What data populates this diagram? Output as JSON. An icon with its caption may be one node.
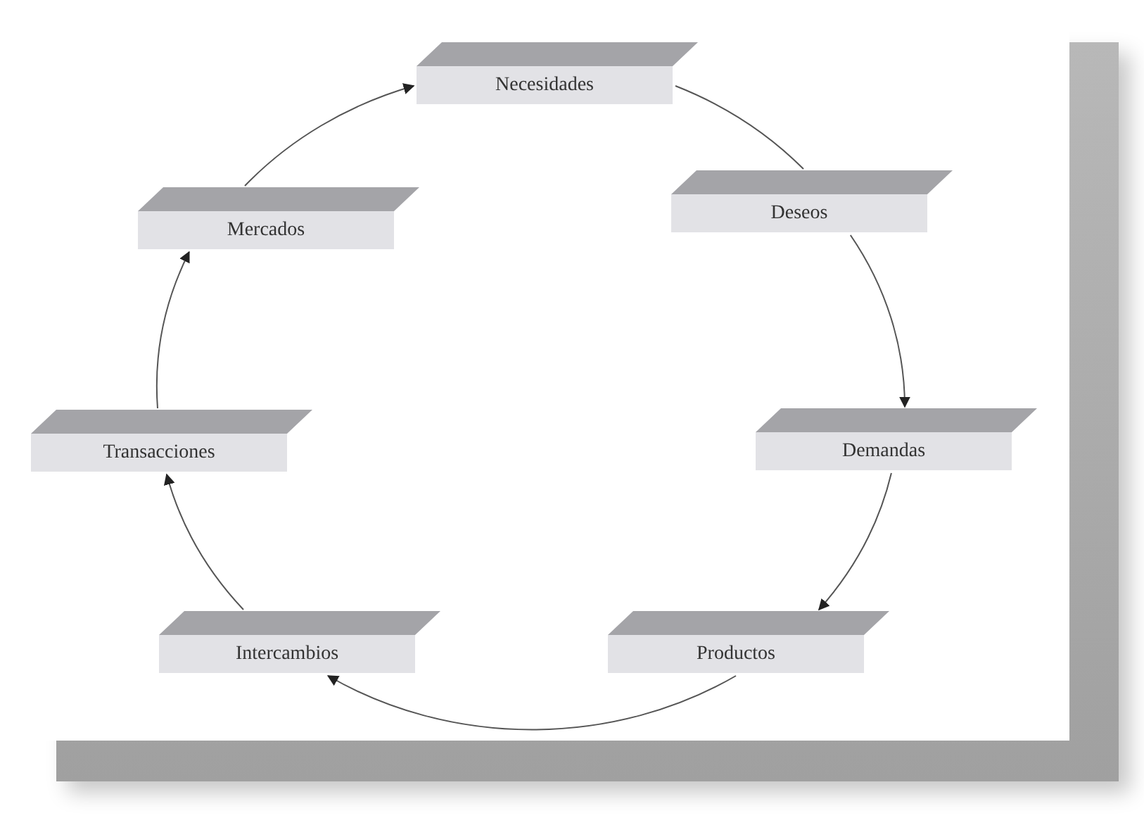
{
  "diagram": {
    "nodes": [
      {
        "text": [
          "Necesidades"
        ]
      },
      {
        "text": [
          "Deseos"
        ]
      },
      {
        "text": [
          "Demandas"
        ]
      },
      {
        "text": [
          "Productos"
        ]
      },
      {
        "text": [
          "Intercambios"
        ]
      },
      {
        "text": [
          "Transacciones"
        ]
      },
      {
        "text": [
          "Mercados"
        ]
      }
    ],
    "edges": [
      {
        "from": 0,
        "to": 1,
        "arrow": "none"
      },
      {
        "from": 1,
        "to": 2,
        "arrow": "to"
      },
      {
        "from": 2,
        "to": 3,
        "arrow": "to"
      },
      {
        "from": 3,
        "to": 4,
        "arrow": "to"
      },
      {
        "from": 4,
        "to": 5,
        "arrow": "to"
      },
      {
        "from": 5,
        "to": 6,
        "arrow": "to"
      },
      {
        "from": 6,
        "to": 0,
        "arrow": "to"
      }
    ]
  }
}
